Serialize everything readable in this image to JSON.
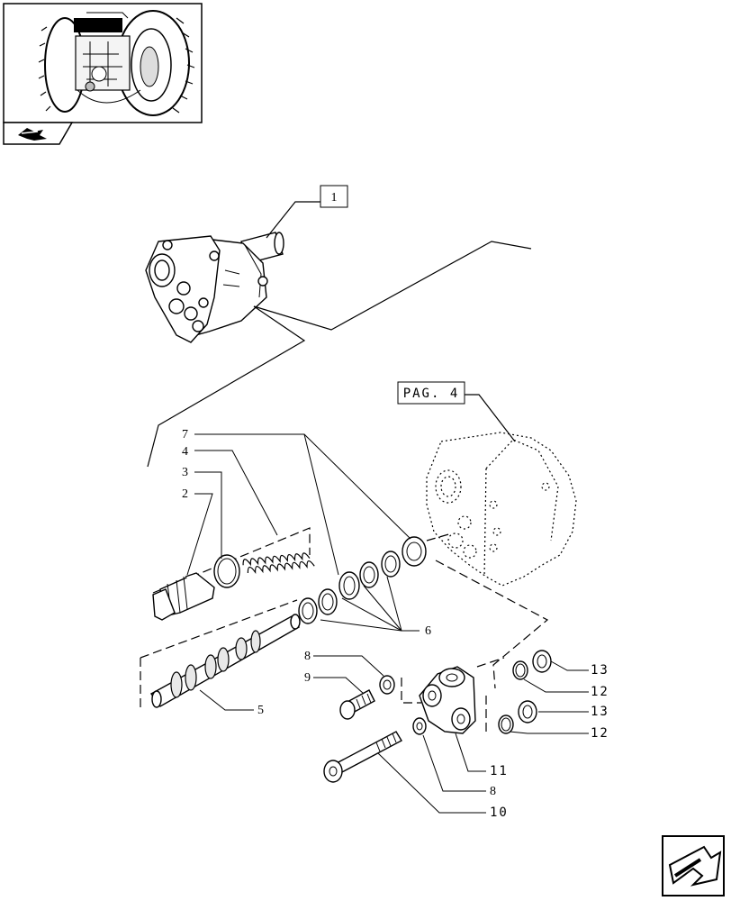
{
  "parts": [
    {
      "ref": "1"
    },
    {
      "ref": "2"
    },
    {
      "ref": "3"
    },
    {
      "ref": "4"
    },
    {
      "ref": "5"
    },
    {
      "ref": "6"
    },
    {
      "ref": "7"
    },
    {
      "ref": "8"
    },
    {
      "ref": "9"
    },
    {
      "ref": "8"
    },
    {
      "ref": "10"
    },
    {
      "ref": "11"
    },
    {
      "ref": "12"
    },
    {
      "ref": "13"
    },
    {
      "ref": "12"
    },
    {
      "ref": "13"
    }
  ],
  "page_ref": "PAG. 4",
  "icons": {
    "thumbnail": "tractor-rear-view-thumbnail",
    "thumbnail_tab": "nav-arrow-icon",
    "next_page": "next-page-arrow-icon"
  },
  "colors": {
    "line": "#000000",
    "background": "#ffffff"
  }
}
